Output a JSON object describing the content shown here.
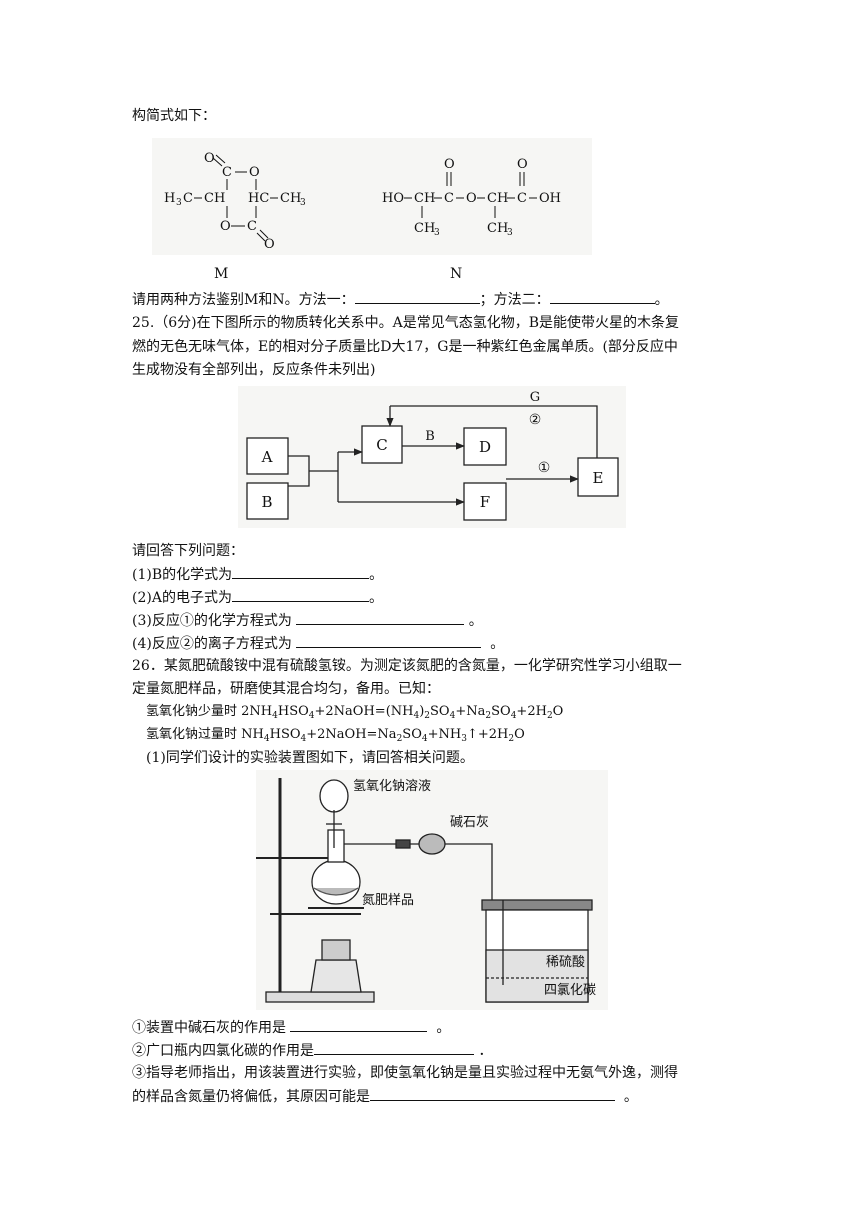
{
  "intro": "构简式如下：",
  "fig_labels": {
    "m": "M",
    "n": "N"
  },
  "q24_line": {
    "pre": "请用两种方法鉴别M和N。方法一：",
    "mid": "；方法二：",
    "end": "。"
  },
  "q25": {
    "line1": "25.（6分)在下图所示的物质转化关系中。A是常见气态氢化物，B是能使带火星的木条复",
    "line2": "燃的无色无味气体，E的相对分子质量比D大17，G是一种紫红色金属单质。(部分反应中",
    "line3": "生成物没有全部列出，反应条件未列出)",
    "diagram": {
      "a": "A",
      "b": "B",
      "c": "C",
      "d": "D",
      "e": "E",
      "f": "F",
      "g": "G",
      "edge_b": "B",
      "r1": "①",
      "r2": "②"
    },
    "prompt": "请回答下列问题：",
    "q1": "(1)B的化学式为",
    "q2": "(2)A的电子式为",
    "q3": "(3)反应①的化学方程式为",
    "q4": "(4)反应②的离子方程式为",
    "period": "。"
  },
  "q26": {
    "line1": "26．某氮肥硫酸铵中混有硫酸氢铵。为测定该氮肥的含氮量，一化学研究性学习小组取一",
    "line2": "定量氮肥样品，研磨使其混合均匀，备用。已知：",
    "eq1_label": "氢氧化钠少量时",
    "eq2_label": "氢氧化钠过量时",
    "sub1": "(1)同学们设计的实验装置图如下，请回答相关问题。",
    "apparatus": {
      "naoh": "氢氧化钠溶液",
      "soda_lime": "碱石灰",
      "sample": "氮肥样品",
      "acid": "稀硫酸",
      "ccl4": "四氯化碳"
    },
    "a1": "①装置中碱石灰的作用是",
    "a2": "②广口瓶内四氯化碳的作用是",
    "a3_line1": "③指导老师指出，用该装置进行实验，即使氢氧化钠是量且实验过程中无氨气外逸，测得",
    "a3_line2": "的样品含氮量仍将偏低，其原因可能是",
    "dot": "．",
    "period": "。"
  }
}
